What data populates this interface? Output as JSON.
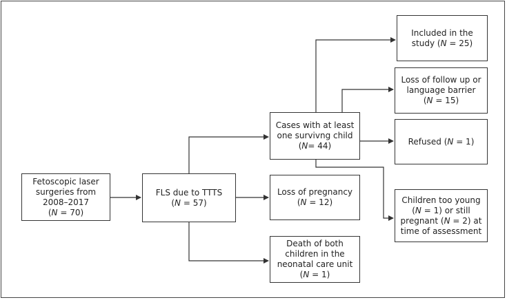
{
  "boxes": {
    "surgeries": {
      "lines": [
        [
          "Fetoscopic laser"
        ],
        [
          "surgeries from"
        ],
        [
          "2008–2017"
        ],
        [
          "(",
          {
            "i": "N"
          },
          " = 70)"
        ]
      ]
    },
    "fls": {
      "lines": [
        [
          "FLS due to TTTS"
        ],
        [
          "(",
          {
            "i": "N"
          },
          " = 57)"
        ]
      ]
    },
    "surviving": {
      "lines": [
        [
          "Cases with at least"
        ],
        [
          "one survivng child"
        ],
        [
          "(",
          {
            "i": "N"
          },
          "= 44)"
        ]
      ]
    },
    "loss_pregnancy": {
      "lines": [
        [
          "Loss of pregnancy"
        ],
        [
          "(",
          {
            "i": "N"
          },
          " = 12)"
        ]
      ]
    },
    "death": {
      "lines": [
        [
          "Death of both"
        ],
        [
          "children in the"
        ],
        [
          "neonatal care unit"
        ],
        [
          "(",
          {
            "i": "N"
          },
          " = 1)"
        ]
      ]
    },
    "included": {
      "lines": [
        [
          "Included in the"
        ],
        [
          "study (",
          {
            "i": "N"
          },
          " = 25)"
        ]
      ]
    },
    "loss_followup": {
      "lines": [
        [
          "Loss of follow up or"
        ],
        [
          "language barrier"
        ],
        [
          "(",
          {
            "i": "N"
          },
          " = 15)"
        ]
      ]
    },
    "refused": {
      "lines": [
        [
          "Refused (",
          {
            "i": "N"
          },
          " = 1)"
        ]
      ]
    },
    "too_young": {
      "lines": [
        [
          "Children too young"
        ],
        [
          "(",
          {
            "i": "N"
          },
          " = 1) or still"
        ],
        [
          "pregnant (",
          {
            "i": "N"
          },
          " = 2) at"
        ],
        [
          "time of assessment"
        ]
      ]
    }
  }
}
